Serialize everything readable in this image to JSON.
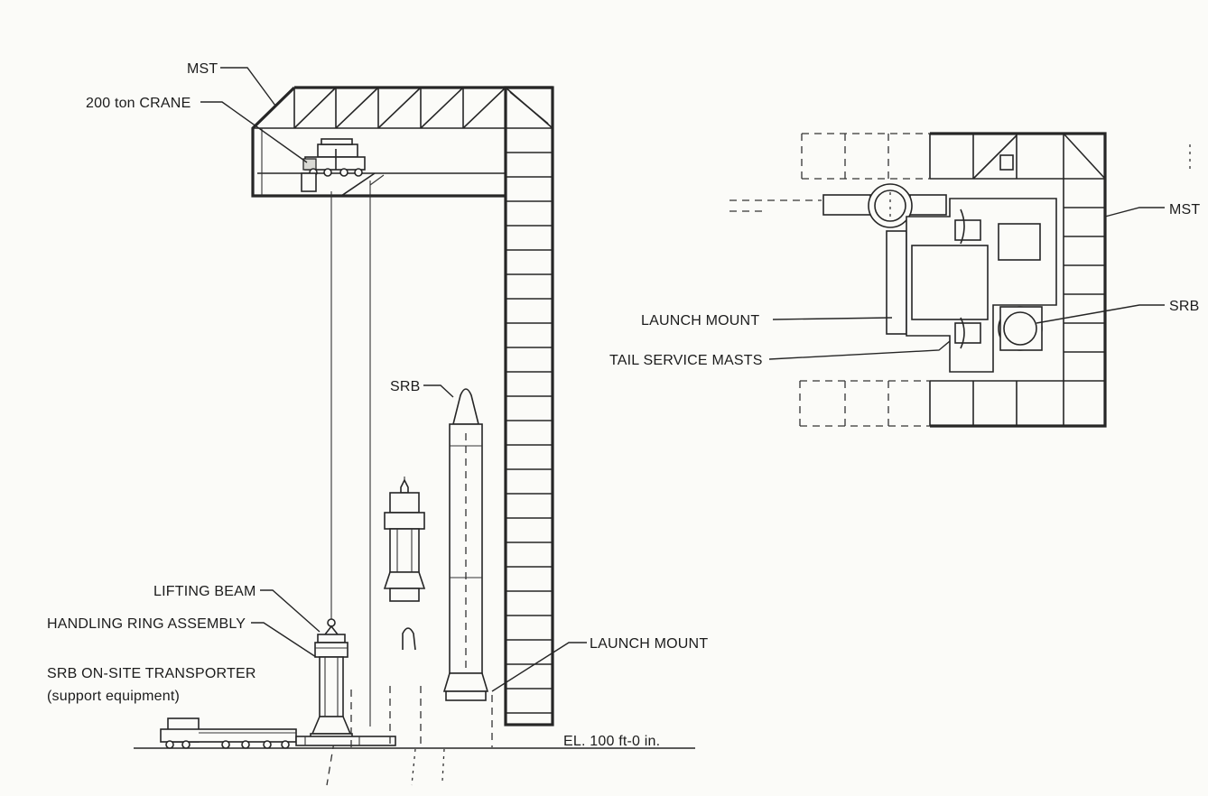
{
  "labels": {
    "mst_elevation": "MST",
    "crane": "200 ton CRANE",
    "srb_elevation": "SRB",
    "lifting_beam": "LIFTING BEAM",
    "handling_ring": "HANDLING RING ASSEMBLY",
    "transporter": "SRB ON-SITE TRANSPORTER",
    "transporter_note": "(support equipment)",
    "launch_mount_elevation": "LAUNCH MOUNT",
    "elevation_ref": "EL. 100 ft-0 in.",
    "mst_plan": "MST",
    "srb_plan": "SRB",
    "launch_mount_plan": "LAUNCH MOUNT",
    "tail_service_masts": "TAIL SERVICE MASTS"
  }
}
